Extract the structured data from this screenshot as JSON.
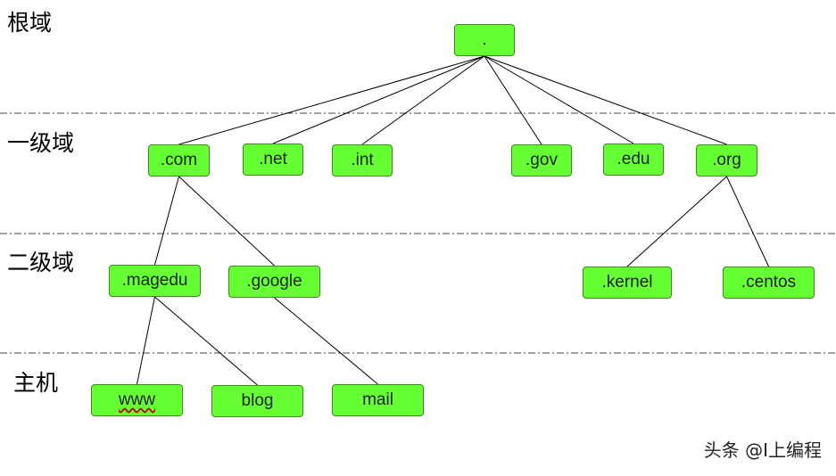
{
  "levels": {
    "root": "根域",
    "first": "一级域",
    "second": "二级域",
    "host": "主机"
  },
  "nodes": {
    "root": ".",
    "com": ".com",
    "net": ".net",
    "int": ".int",
    "gov": ".gov",
    "edu": ".edu",
    "org": ".org",
    "magedu": ".magedu",
    "google": ".google",
    "kernel": ".kernel",
    "centos": ".centos",
    "www": "www",
    "blog": "blog",
    "mail": "mail"
  },
  "edges": [
    [
      "root",
      "com"
    ],
    [
      "root",
      "net"
    ],
    [
      "root",
      "int"
    ],
    [
      "root",
      "gov"
    ],
    [
      "root",
      "edu"
    ],
    [
      "root",
      "org"
    ],
    [
      "com",
      "magedu"
    ],
    [
      "com",
      "google"
    ],
    [
      "org",
      "kernel"
    ],
    [
      "org",
      "centos"
    ],
    [
      "magedu",
      "www"
    ],
    [
      "magedu",
      "blog"
    ],
    [
      "google",
      "mail"
    ]
  ],
  "watermark": "头条 @I上编程"
}
